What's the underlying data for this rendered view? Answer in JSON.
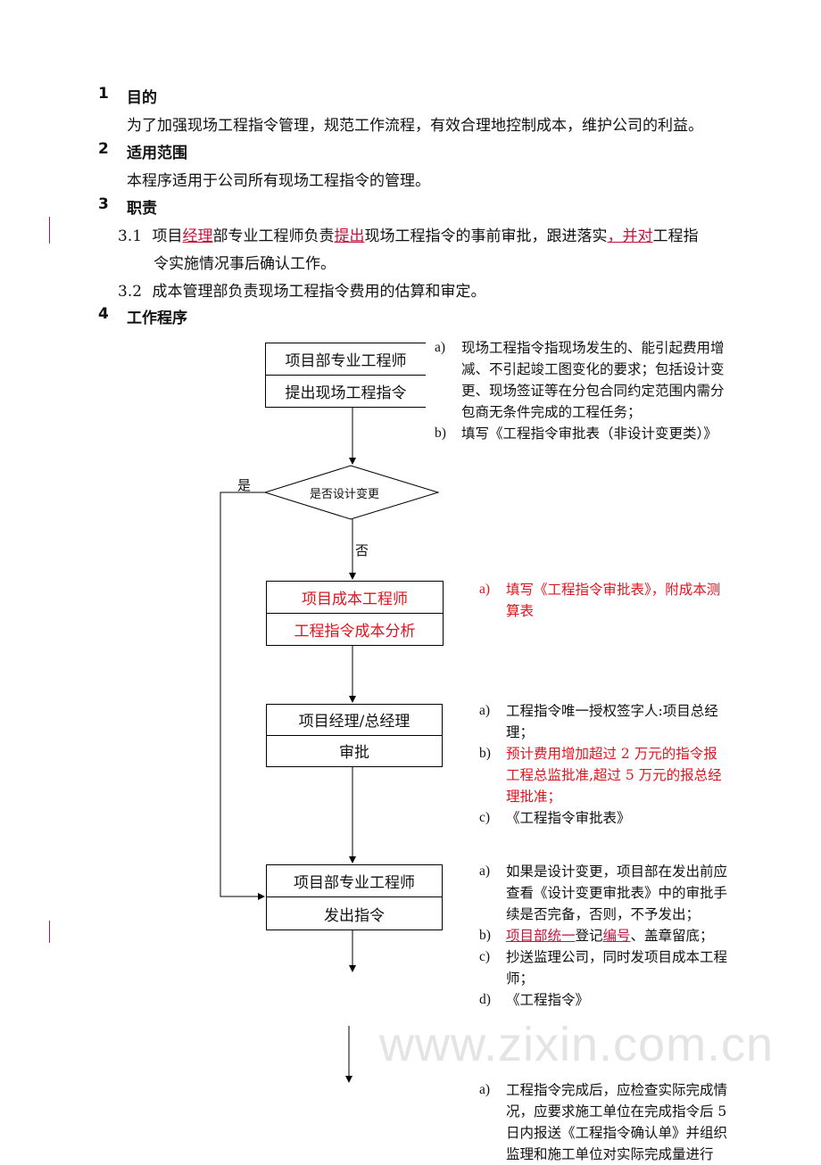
{
  "sections": {
    "s1": {
      "num": "1",
      "title": "目的",
      "body": "为了加强现场工程指令管理，规范工作流程，有效合理地控制成本，维护公司的利益。"
    },
    "s2": {
      "num": "2",
      "title": "适用范围",
      "body": "本程序适用于公司所有现场工程指令的管理。"
    },
    "s3": {
      "num": "3",
      "title": "职责",
      "item1": {
        "num": "3.1",
        "p1": "项目",
        "r1": "经理",
        "p2": "部专业工程师负责",
        "r2": "提出",
        "p3": "现场工程指令的事前审批，跟进落实",
        "r3": "，并对",
        "p4": "工程指",
        "cont": "令实施情况事后确认工作。"
      },
      "item2": {
        "num": "3.2",
        "text": "成本管理部负责现场工程指令费用的估算和审定。"
      }
    },
    "s4": {
      "num": "4",
      "title": "工作程序"
    }
  },
  "watermark": "www.zixin.com.cn",
  "flow": {
    "box1": {
      "top": "项目部专业工程师",
      "bottom": "提出现场工程指令"
    },
    "decision": {
      "text": "是否设计变更",
      "yes": "是",
      "no": "否"
    },
    "box2": {
      "top": "项目成本工程师",
      "bottom": "工程指令成本分析"
    },
    "box3": {
      "top": "项目经理/总经理",
      "bottom": "审批"
    },
    "box4": {
      "top": "项目部专业工程师",
      "bottom": "发出指令"
    }
  },
  "notes": {
    "n1": [
      {
        "label": "a)",
        "lines": [
          "现场工程指令指现场发生的、能引起费用增",
          "减、不引起竣工图变化的要求；包括设计变",
          "更、现场签证等在分包合同约定范围内需分",
          "包商无条件完成的工程任务；"
        ]
      },
      {
        "label": "b)",
        "lines": [
          "填写《工程指令审批表（非设计变更类）》"
        ]
      }
    ],
    "n2": [
      {
        "label": "a)",
        "lines": [
          "填写《工程指令审批表》，附成本测",
          "算表"
        ]
      }
    ],
    "n3": [
      {
        "label": "a)",
        "lines": [
          "工程指令唯一授权签字人:项目总经",
          "理；"
        ]
      },
      {
        "label": "b)",
        "lines": [
          "预计费用增加超过 2 万元的指令报",
          "工程总监批准,超过 5 万元的报总经",
          "理批准；"
        ]
      },
      {
        "label": "c)",
        "lines": [
          "《工程指令审批表》"
        ]
      }
    ],
    "n4": {
      "a": {
        "label": "a)",
        "lines": [
          "如果是设计变更，项目部在发出前应",
          "查看《设计变更审批表》中的审批手",
          "续是否完备，否则，不予发出；"
        ]
      },
      "b": {
        "label": "b)",
        "r1": "项目部统一",
        "p1": "登记",
        "r2": "编号",
        "p2": "、盖章留底；"
      },
      "c": {
        "label": "c)",
        "lines": [
          "抄送监理公司，同时发项目成本工程",
          "师；"
        ]
      },
      "d": {
        "label": "d)",
        "lines": [
          "《工程指令》"
        ]
      }
    },
    "n5": [
      {
        "label": "a)",
        "lines": [
          "工程指令完成后，应检查实际完成情",
          "况，应要求施工单位在完成指令后 5",
          "日内报送《工程指令确认单》并组织",
          "监理和施工单位对实际完成量进行"
        ]
      }
    ]
  }
}
